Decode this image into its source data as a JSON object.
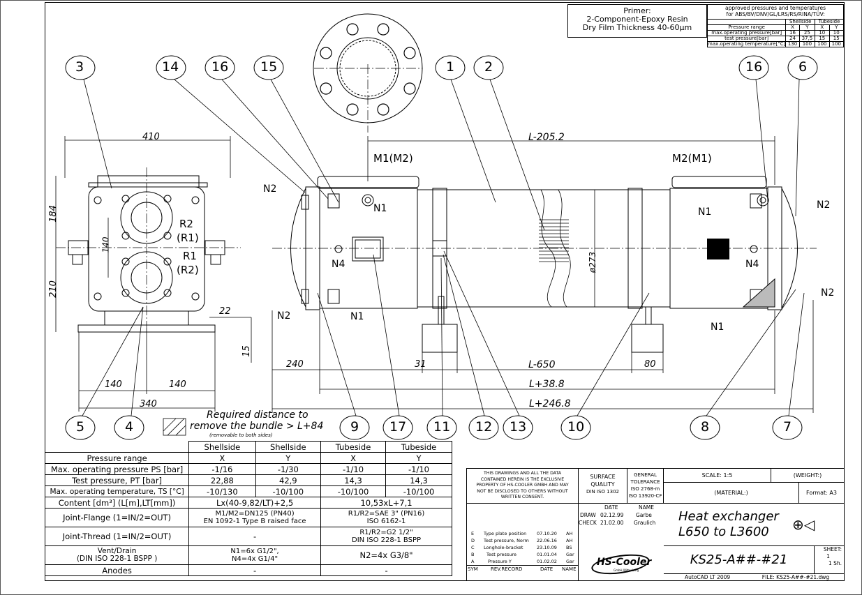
{
  "primer": {
    "title": "Primer:",
    "line1": "2-Component-Epoxy Resin",
    "line2": "Dry Film Thickness 40-60µm"
  },
  "approved": {
    "title1": "approved pressures and temperatures",
    "title2": "for ABS/BV/DNV/GL/LRS/RS/RINA/TÜV:",
    "group_shell": "Shellside",
    "group_tube": "Tubeside",
    "rows": [
      {
        "label": "Pressure range",
        "v": [
          "X",
          "Y",
          "X",
          "Y"
        ]
      },
      {
        "label": "max.operating pressure[bar]",
        "v": [
          "16",
          "25",
          "10",
          "10"
        ]
      },
      {
        "label": "test pressure[bar]",
        "v": [
          "24",
          "37,5",
          "15",
          "15"
        ]
      },
      {
        "label": "max.operating temperature[°C]",
        "v": [
          "130",
          "100",
          "100",
          "100"
        ]
      }
    ]
  },
  "balloons": {
    "b1": "1",
    "b2": "2",
    "b3": "3",
    "b4": "4",
    "b5": "5",
    "b6": "6",
    "b7": "7",
    "b8": "8",
    "b9": "9",
    "b10": "10",
    "b11": "11",
    "b12": "12",
    "b13": "13",
    "b14": "14",
    "b15": "15",
    "b16a": "16",
    "b16b": "16",
    "b17": "17"
  },
  "dims": {
    "d410": "410",
    "d184": "184",
    "d210": "210",
    "d140v": "140",
    "d22": "22",
    "d15": "15",
    "d140a": "140",
    "d140b": "140",
    "d340": "340",
    "l205": "L-205.2",
    "d240": "240",
    "d31": "31",
    "l650": "L-650",
    "d80": "80",
    "l38": "L+38.8",
    "l246": "L+246.8",
    "dia": "ø273"
  },
  "labels": {
    "m1m2": "M1(M2)",
    "m2m1": "M2(M1)",
    "n1a": "N1",
    "n1b": "N1",
    "n1c": "N1",
    "n1d": "N1",
    "n2a": "N2",
    "n2b": "N2",
    "n2c": "N2",
    "n2d": "N2",
    "n4a": "N4",
    "n4b": "N4",
    "r2": "R2",
    "r1p": "(R1)",
    "r1": "R1",
    "r2p": "(R2)"
  },
  "removal": {
    "line1": "Required distance to",
    "line2": "remove the bundle > L+84",
    "note": "(removable to both sides)"
  },
  "props": {
    "headers": [
      "Shellside",
      "Shellside",
      "Tubeside",
      "Tubeside"
    ],
    "pressure_range": {
      "label": "Pressure range",
      "v": [
        "X",
        "Y",
        "X",
        "Y"
      ]
    },
    "max_op_pressure": {
      "label": "Max. operating pressure PS [bar]",
      "v": [
        "-1/16",
        "-1/30",
        "-1/10",
        "-1/10"
      ]
    },
    "test_pressure": {
      "label": "Test pressure, PT [bar]",
      "v": [
        "22,88",
        "42,9",
        "14,3",
        "14,3"
      ]
    },
    "max_op_temp": {
      "label": "Max. operating temperature, TS [°C]",
      "v": [
        "-10/130",
        "-10/100",
        "-10/100",
        "-10/100"
      ]
    },
    "content": {
      "label": "Content [dm³] (L[m],LT[mm])",
      "shell": "Lx(40-9,82/LT)+2,5",
      "tube": "10,53xL+7,1"
    },
    "joint_flange": {
      "label": "Joint-Flange (1=IN/2=OUT)",
      "shell1": "M1/M2=DN125 (PN40)",
      "shell2": "EN 1092-1 Type B raised face",
      "tube1": "R1/R2=SAE 3\" (PN16)",
      "tube2": "ISO 6162-1"
    },
    "joint_thread": {
      "label": "Joint-Thread (1=IN/2=OUT)",
      "shell": "-",
      "tube1": "R1/R2=G2 1/2\"",
      "tube2": "DIN ISO 228-1 BSPP"
    },
    "vent": {
      "label1": "Vent/Drain",
      "label2": "(DIN ISO 228-1 BSPP )",
      "shell1": "N1=6x G1/2\",",
      "shell2": "N4=4x G1/4\"",
      "tube": "N2=4x G3/8\""
    },
    "anodes": {
      "label": "Anodes",
      "shell": "-",
      "tube": "-"
    }
  },
  "title_block": {
    "notice": [
      "THIS DRAWINGS AND ALL THE DATA",
      "CONTAINED HEREIN IS THE EXCLUSIVE",
      "PROPERTY OF HS-COOLER GMBH AND MAY",
      "NOT BE DISCLOSED TO OTHERS WITHOUT",
      "WRITTEN CONSENT."
    ],
    "surface": [
      "SURFACE",
      "QUALITY",
      "DIN ISO 1302"
    ],
    "tolerance": [
      "GENERAL",
      "TOLERANCE",
      "ISO 2768-m",
      "ISO 13920-CF"
    ],
    "scale": "SCALE: 1:5",
    "weight": "(WEIGHT:)",
    "material": "(MATERIAL:)",
    "format": "Format: A3",
    "date_h": "DATE",
    "name_h": "NAME",
    "draw": {
      "label": "DRAW",
      "date": "02.12.99",
      "name": "Garbe"
    },
    "check": {
      "label": "CHECK",
      "date": "21.02.00",
      "name": "Graulich"
    },
    "title1": "Heat exchanger",
    "title2": "L650 to L3600",
    "revs": [
      {
        "sym": "E",
        "text": "Type plate position",
        "date": "07.10.20",
        "name": "AH"
      },
      {
        "sym": "D",
        "text": "Test pressure, Norm",
        "date": "22.06.16",
        "name": "AH"
      },
      {
        "sym": "C",
        "text": "Longhole-bracket",
        "date": "23.10.09",
        "name": "BS"
      },
      {
        "sym": "B",
        "text": "Test pressure",
        "date": "01.01.04",
        "name": "Gar"
      },
      {
        "sym": "A",
        "text": "Pressure Y",
        "date": "01.02.02",
        "name": "Gar"
      }
    ],
    "rev_head": {
      "sym": "SYM",
      "text": "REV.RECORD",
      "date": "DATE",
      "name": "NAME"
    },
    "logo_text": "HS-Cooler",
    "logo_sub": "GmbH Wittenburg",
    "drawing_no": "KS25-A##-#21",
    "sheet_label": "SHEET:",
    "sheet_no": "1",
    "sheets": "1 Sh.",
    "software": "AutoCAD LT 2009",
    "file": "FILE: KS25-A##-#21.dwg"
  }
}
